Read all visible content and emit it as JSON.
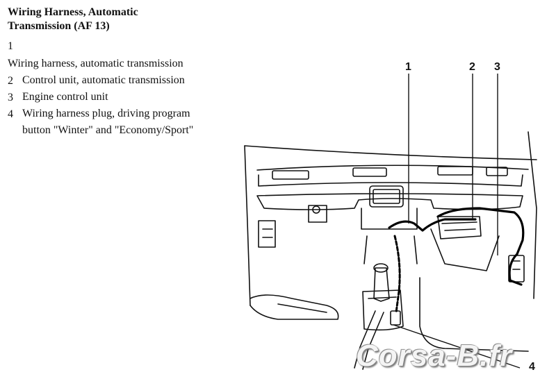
{
  "title": {
    "line1": "Wiring Harness, Automatic",
    "line2": "Transmission (AF 13)"
  },
  "legend": [
    {
      "number": "1",
      "text": "Wiring harness, automatic transmission"
    },
    {
      "number": "2",
      "text": "Control unit, automatic transmission"
    },
    {
      "number": "3",
      "text": "Engine control unit"
    },
    {
      "number": "4",
      "text": "Wiring harness plug, driving program button \"Winter\" and \"Economy/Sport\""
    }
  ],
  "callouts": [
    "1",
    "2",
    "3",
    "4"
  ],
  "watermark": "Corsa-B.fr"
}
